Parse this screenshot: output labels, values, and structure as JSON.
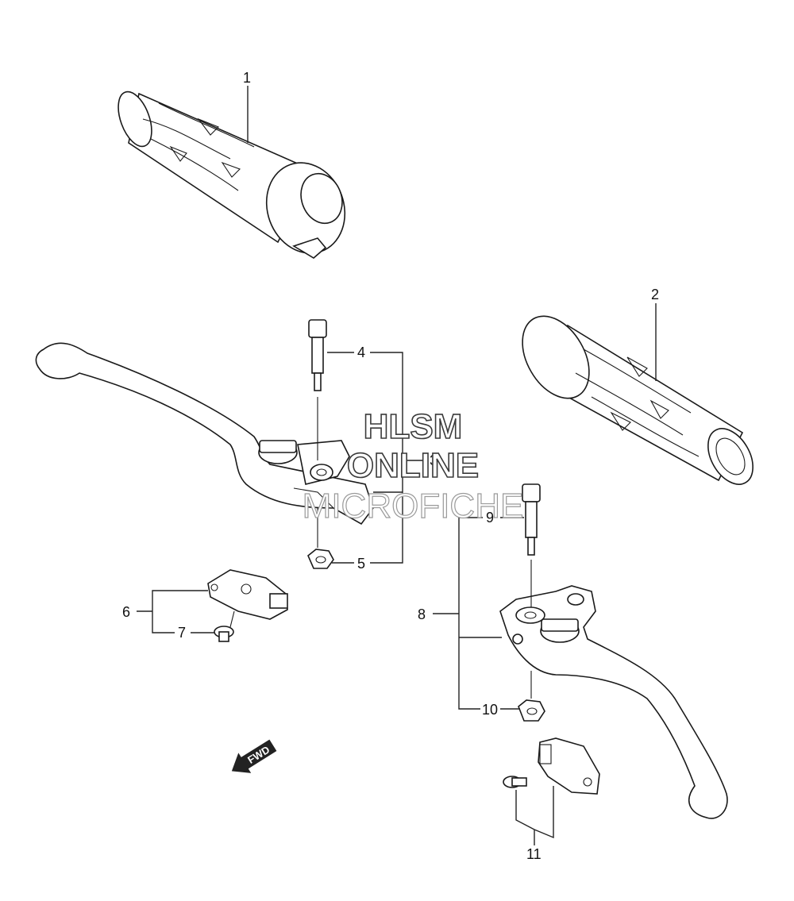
{
  "watermark": {
    "line1": "HLSM",
    "line2": "ONLINE",
    "line3": "MICROFICHE"
  },
  "direction_arrow": {
    "label": "FWD"
  },
  "callouts": [
    "1",
    "2",
    "3",
    "4",
    "5",
    "6",
    "7",
    "8",
    "9",
    "10",
    "11"
  ]
}
